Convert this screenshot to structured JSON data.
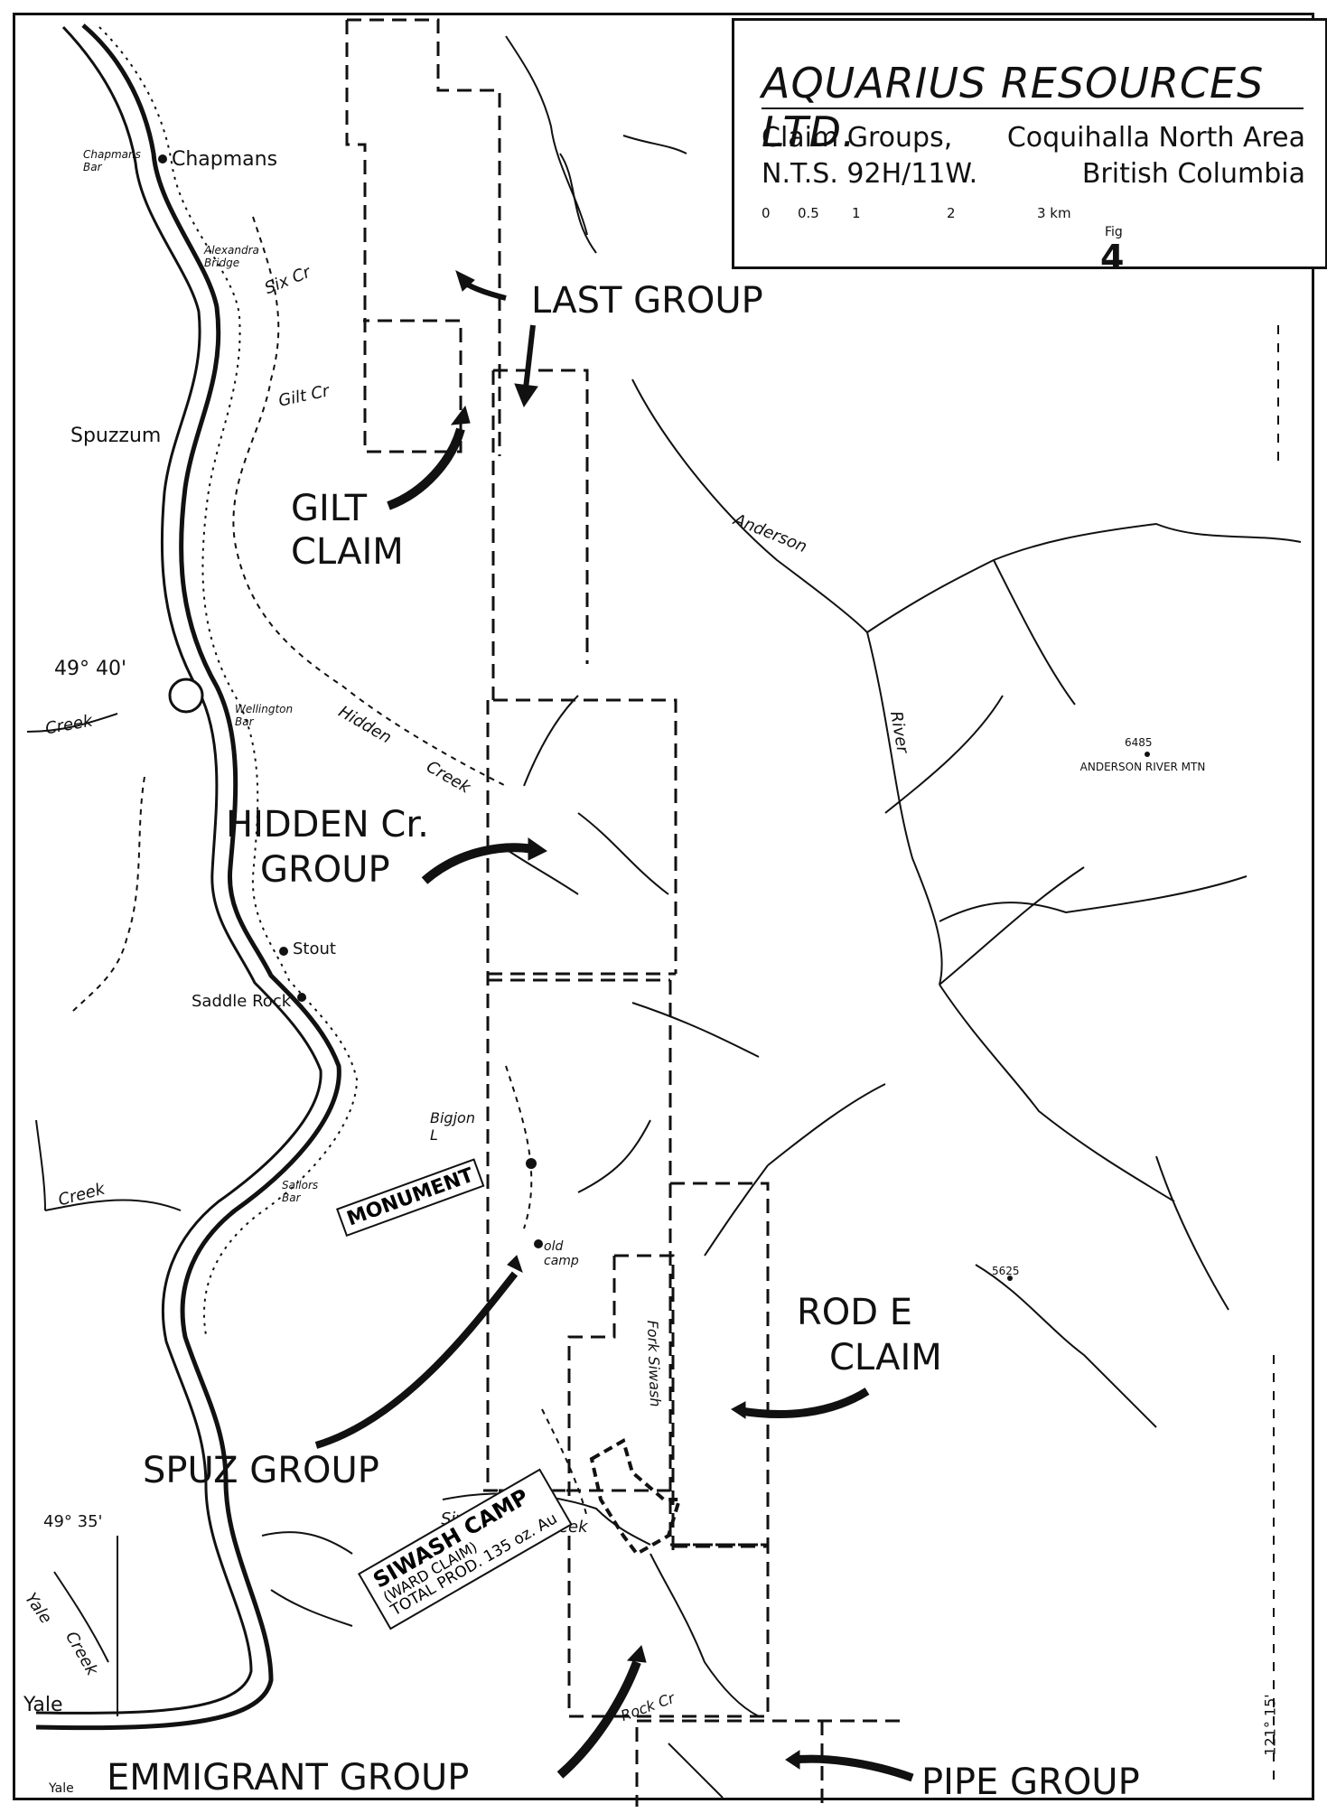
{
  "title": "AQUARIUS RESOURCES LTD.",
  "subtitle_left_1": "Claim Groups,",
  "subtitle_right_1": "Coquihalla North Area",
  "subtitle_left_2": "N.T.S. 92H/11W.",
  "subtitle_right_2": "British Columbia",
  "scale": {
    "t0": "0",
    "t05": "0.5",
    "t1": "1",
    "t2": "2",
    "t3": "3 km"
  },
  "figure": {
    "label": "Fig",
    "number": "4"
  },
  "groups": {
    "last": "LAST GROUP",
    "gilt_1": "GILT",
    "gilt_2": "CLAIM",
    "hidden_1": "HIDDEN Cr.",
    "hidden_2": "GROUP",
    "rode_1": "ROD E",
    "rode_2": "CLAIM",
    "spuz": "SPUZ GROUP",
    "emmigrant": "EMMIGRANT GROUP",
    "pipe": "PIPE GROUP"
  },
  "places": {
    "chapmans": "Chapmans",
    "chapmans_bar": "Chapmans Bar",
    "alexandra_bridge": "Alexandra Bridge",
    "six_cr": "Six Cr",
    "gilt_cr": "Gilt Cr",
    "spuzzum": "Spuzzum",
    "lat_4940": "49° 40'",
    "creek_upper": "Creek",
    "wellington_bar": "Wellington Bar",
    "hidden_creek_1": "Hidden",
    "hidden_creek_2": "Creek",
    "anderson": "Anderson",
    "river": "River",
    "peak_6485": "6485",
    "anderson_river_mtn": "ANDERSON RIVER MTN",
    "stout": "Stout",
    "saddle_rock": "Saddle Rock",
    "bigjon": "Bigjon L",
    "creek_lower": "Creek",
    "sailors_bar": "Sailors Bar",
    "monument": "MONUMENT",
    "old_camp": "old camp",
    "fork_siwash": "Fork Siwash",
    "peak_5625": "5625",
    "lat_4935": "49° 35'",
    "siwash_creek": "Siwash",
    "siwash_creek_2": "Creek",
    "yale_creek_1": "Yale",
    "yale_creek_2": "Creek",
    "yale": "Yale",
    "yale_small": "Yale",
    "rock_cr": "Rock Cr",
    "lon_12115": "121° 15'"
  },
  "siwash_camp": {
    "line1": "SIWASH CAMP",
    "line2": "(WARD CLAIM)",
    "line3": "TOTAL PROD. 135 oz. Au"
  }
}
